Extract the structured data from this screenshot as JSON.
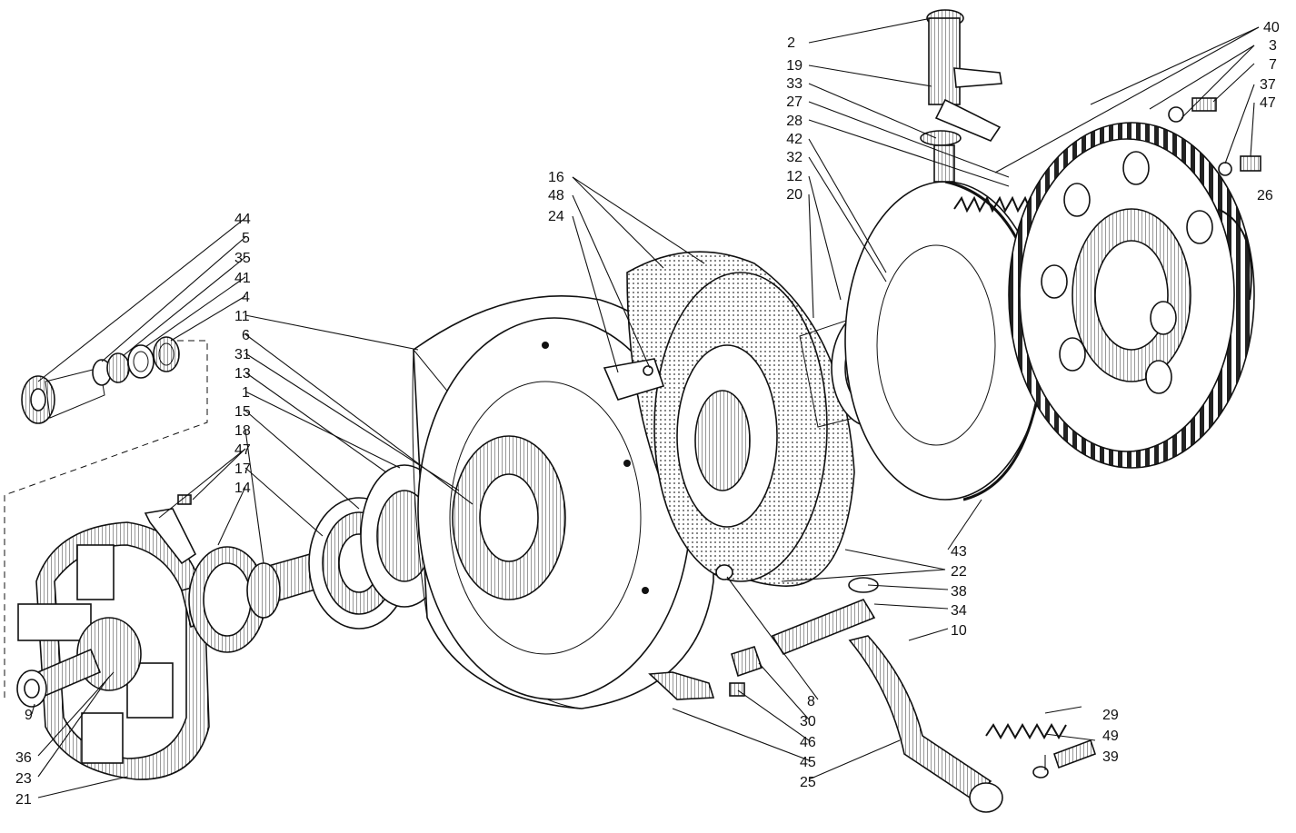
{
  "labels": {
    "l2": "2",
    "l19": "19",
    "l33a": "33",
    "l27": "27",
    "l28": "28",
    "l42": "42",
    "l32": "32",
    "l12": "12",
    "l20": "20",
    "l40": "40",
    "l3": "3",
    "l7": "7",
    "l37": "37",
    "l47a": "47",
    "l26": "26",
    "l16": "16",
    "l48": "48",
    "l24": "24",
    "l44": "44",
    "l5": "5",
    "l35": "35",
    "l41": "41",
    "l4": "4",
    "l11": "11",
    "l6": "6",
    "l31": "31",
    "l13": "13",
    "l1": "1",
    "l15": "15",
    "l18": "18",
    "l47b": "47",
    "l17": "17",
    "l14": "14",
    "l43": "43",
    "l22": "22",
    "l38": "38",
    "l34": "34",
    "l10": "10",
    "l29": "29",
    "l49": "49",
    "l39": "39",
    "l8": "8",
    "l30": "30",
    "l46": "46",
    "l45": "45",
    "l25": "25",
    "l9": "9",
    "l36": "36",
    "l23": "23",
    "l21": "21"
  }
}
